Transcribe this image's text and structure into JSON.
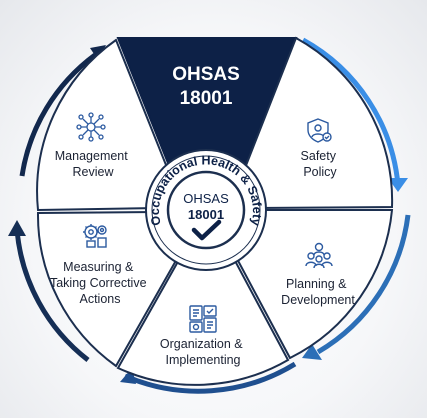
{
  "title": {
    "line1": "OHSAS",
    "line2": "18001"
  },
  "center": {
    "ring_text": "Occupational Health & Safety",
    "line1": "OHSAS",
    "line2": "18001",
    "icon": "checkmark-icon"
  },
  "segments": [
    {
      "id": "safety-policy",
      "lines": [
        "Safety",
        "Policy"
      ],
      "icon": "shield-person-icon",
      "arrow_color": "#3a8ee6"
    },
    {
      "id": "planning-development",
      "lines": [
        "Planning &",
        "Development"
      ],
      "icon": "team-icon",
      "arrow_color": "#2c6fb7"
    },
    {
      "id": "organization-implementing",
      "lines": [
        "Organization &",
        "Implementing"
      ],
      "icon": "documents-icon",
      "arrow_color": "#1f4f8f"
    },
    {
      "id": "measuring-corrective",
      "lines": [
        "Measuring &",
        "Taking Corrective",
        "Actions"
      ],
      "icon": "gears-icon",
      "arrow_color": "#152e55"
    },
    {
      "id": "management-review",
      "lines": [
        "Management",
        "Review"
      ],
      "icon": "network-icon",
      "arrow_color": "#12284d"
    }
  ],
  "colors": {
    "navy": "#0d2147",
    "outline": "#1c2f4f"
  }
}
